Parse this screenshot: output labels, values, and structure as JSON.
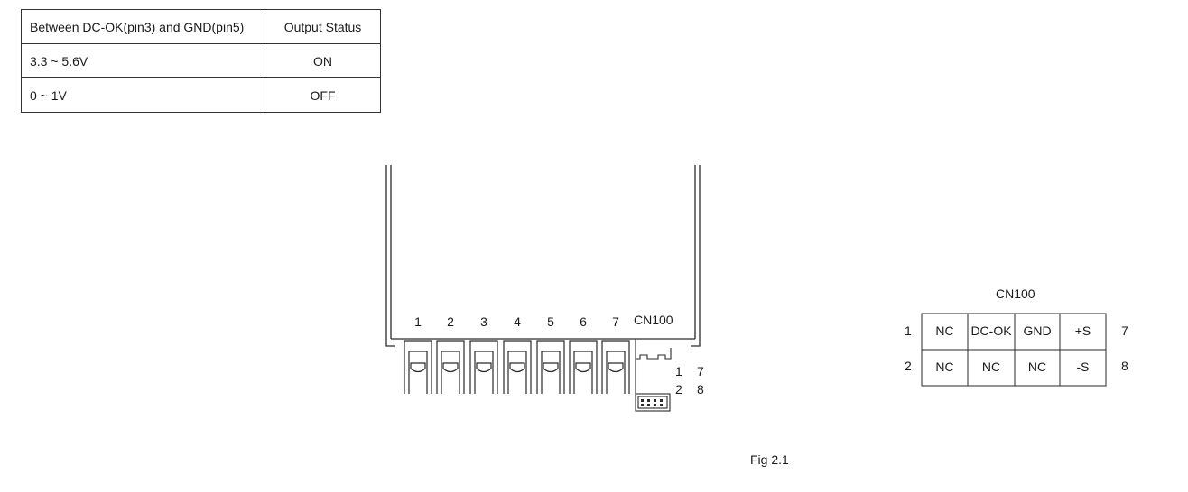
{
  "status_table": {
    "headers": [
      "Between DC-OK(pin3) and GND(pin5)",
      "Output Status"
    ],
    "rows": [
      [
        "3.3 ~ 5.6V",
        "ON"
      ],
      [
        "0 ~ 1V",
        "OFF"
      ]
    ]
  },
  "unit_drawing": {
    "terminal_numbers": [
      "1",
      "2",
      "3",
      "4",
      "5",
      "6",
      "7"
    ],
    "connector_label": "CN100",
    "pin_numbers_top": [
      "1",
      "7"
    ],
    "pin_numbers_bottom": [
      "2",
      "8"
    ]
  },
  "cn100_table": {
    "title": "CN100",
    "row1_left": "1",
    "row1_right": "7",
    "row2_left": "2",
    "row2_right": "8",
    "rows": [
      [
        "NC",
        "DC-OK",
        "GND",
        "+S"
      ],
      [
        "NC",
        "NC",
        "NC",
        "-S"
      ]
    ]
  },
  "figure_caption": "Fig 2.1"
}
